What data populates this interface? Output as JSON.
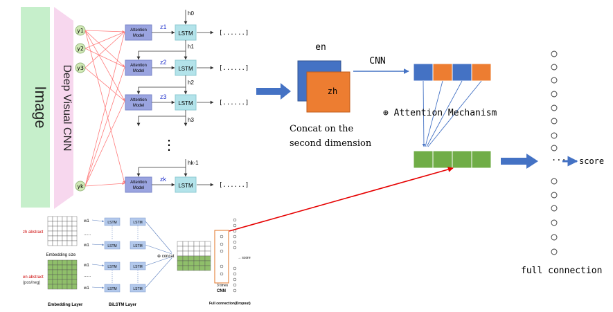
{
  "image_label": "Image",
  "cnn_label": "Deep Visual CNN",
  "y_nodes": [
    "y1",
    "y2",
    "y3",
    "yk"
  ],
  "attention_label_line1": "Attention",
  "attention_label_line2": "Model",
  "lstm_label": "LSTM",
  "z_labels": [
    "z1",
    "z2",
    "z3",
    "zk"
  ],
  "h_labels": [
    "h0",
    "h1",
    "h2",
    "h3",
    "hk-1"
  ],
  "output_text": "[......]",
  "ellipsis": "⋮",
  "en_label": "en",
  "zh_label": "zh",
  "cnn_arrow_label": "CNN",
  "attention_mechanism": "⊕ Attention Mechanism",
  "concat_line1": "Concat on the",
  "concat_line2": "second dimension",
  "score_label": "score",
  "dense_ellipsis": "...",
  "full_connection": "full connection",
  "bottom": {
    "zh_abstract": "zh abstract",
    "en_abstract_line1": "en abstract",
    "en_abstract_line2": "(pos/neg)",
    "embedding_size": "Embedding size",
    "w1": "w1",
    "dots": "......",
    "lstm": "LSTM",
    "concat": "⊕ concat",
    "three_times": "3 times",
    "cnn": "CNN",
    "score": "→ score",
    "embedding_layer": "Embedding Layer",
    "bilstm_layer": "BiLSTM Layer",
    "full_conn": "Full connection(Dropout)"
  },
  "colors": {
    "image_green": "#c6efcb",
    "cnn_pink": "#f7d7ee",
    "attention_blue": "#9aa4e0",
    "lstm_teal": "#b3e3ea",
    "node_green": "#cfe8b4",
    "en_blue": "#4472c4",
    "zh_orange": "#ed7d31",
    "concat_green": "#70ad47",
    "arrow_blue": "#4472c4",
    "red_line": "#e60000"
  }
}
